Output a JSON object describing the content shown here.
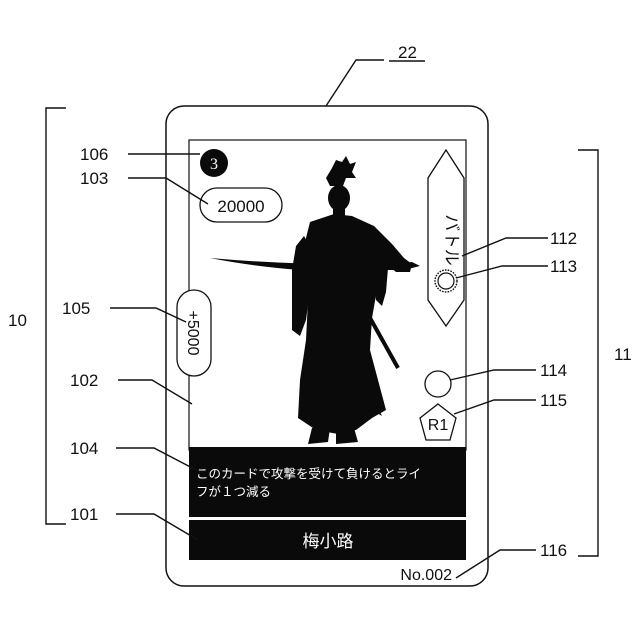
{
  "figure": {
    "ref_card": "22",
    "ref_left_bracket": "10",
    "ref_right_bracket": "11",
    "callouts": {
      "r101": "101",
      "r102": "102",
      "r103": "103",
      "r104": "104",
      "r105": "105",
      "r106": "106",
      "r112": "112",
      "r113": "113",
      "r114": "114",
      "r115": "115",
      "r116": "116"
    }
  },
  "card": {
    "cost": "3",
    "power": "20000",
    "boost": "+5000",
    "type_label": "バトル",
    "rarity": "R1",
    "description_line1": "このカードで攻撃を受けて負けるとライ",
    "description_line2": "フが１つ減る",
    "name": "梅小路",
    "number": "No.002"
  }
}
